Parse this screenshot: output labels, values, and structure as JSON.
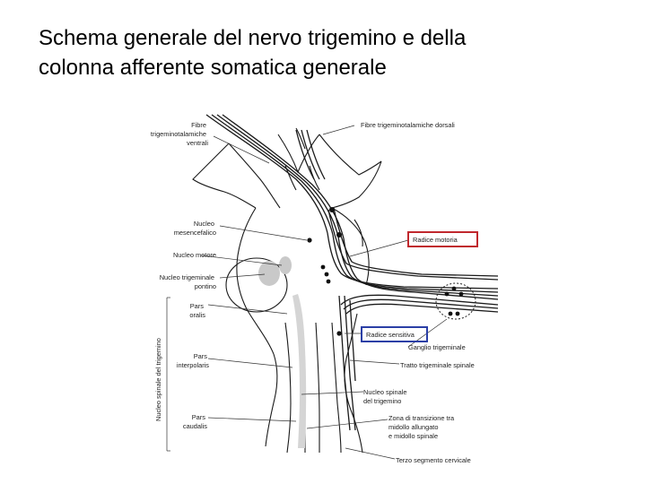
{
  "title": {
    "line1": "Schema generale del nervo trigemino e della",
    "line2": "colonna afferente somatica generale"
  },
  "labels": {
    "fibre_ventrali": [
      "Fibre",
      "trigeminotalamiche",
      "ventrali"
    ],
    "fibre_dorsali": "Fibre trigeminotalamiche dorsali",
    "nucleo_mesencefalico": [
      "Nucleo",
      "mesencefalico"
    ],
    "nucleo_motore": "Nucleo motore",
    "nucleo_pontino": [
      "Nucleo trigeminale",
      "pontino"
    ],
    "pars_oralis": [
      "Pars",
      "oralis"
    ],
    "pars_interpolaris": [
      "Pars",
      "interpolaris"
    ],
    "pars_caudalis": [
      "Pars",
      "caudalis"
    ],
    "nucleo_spinale_vertical": "Nucleo spinale del trigemino",
    "radice_motoria": "Radice motoria",
    "radice_sensitiva": "Radice sensitiva",
    "ganglio": "Ganglio trigeminale",
    "tratto_spinale": "Tratto trigeminale spinale",
    "nucleo_spinale": [
      "Nucleo spinale",
      "del trigemino"
    ],
    "zona_transizione": [
      "Zona di transizione tra",
      "midollo allungato",
      "e midollo spinale"
    ],
    "terzo_segmento": "Terzo segmento cervicale"
  },
  "colors": {
    "radice_motoria_box": "#c0282d",
    "radice_sensitiva_box": "#2b3fa6",
    "nucleus_fill": "#c9c9c9"
  }
}
